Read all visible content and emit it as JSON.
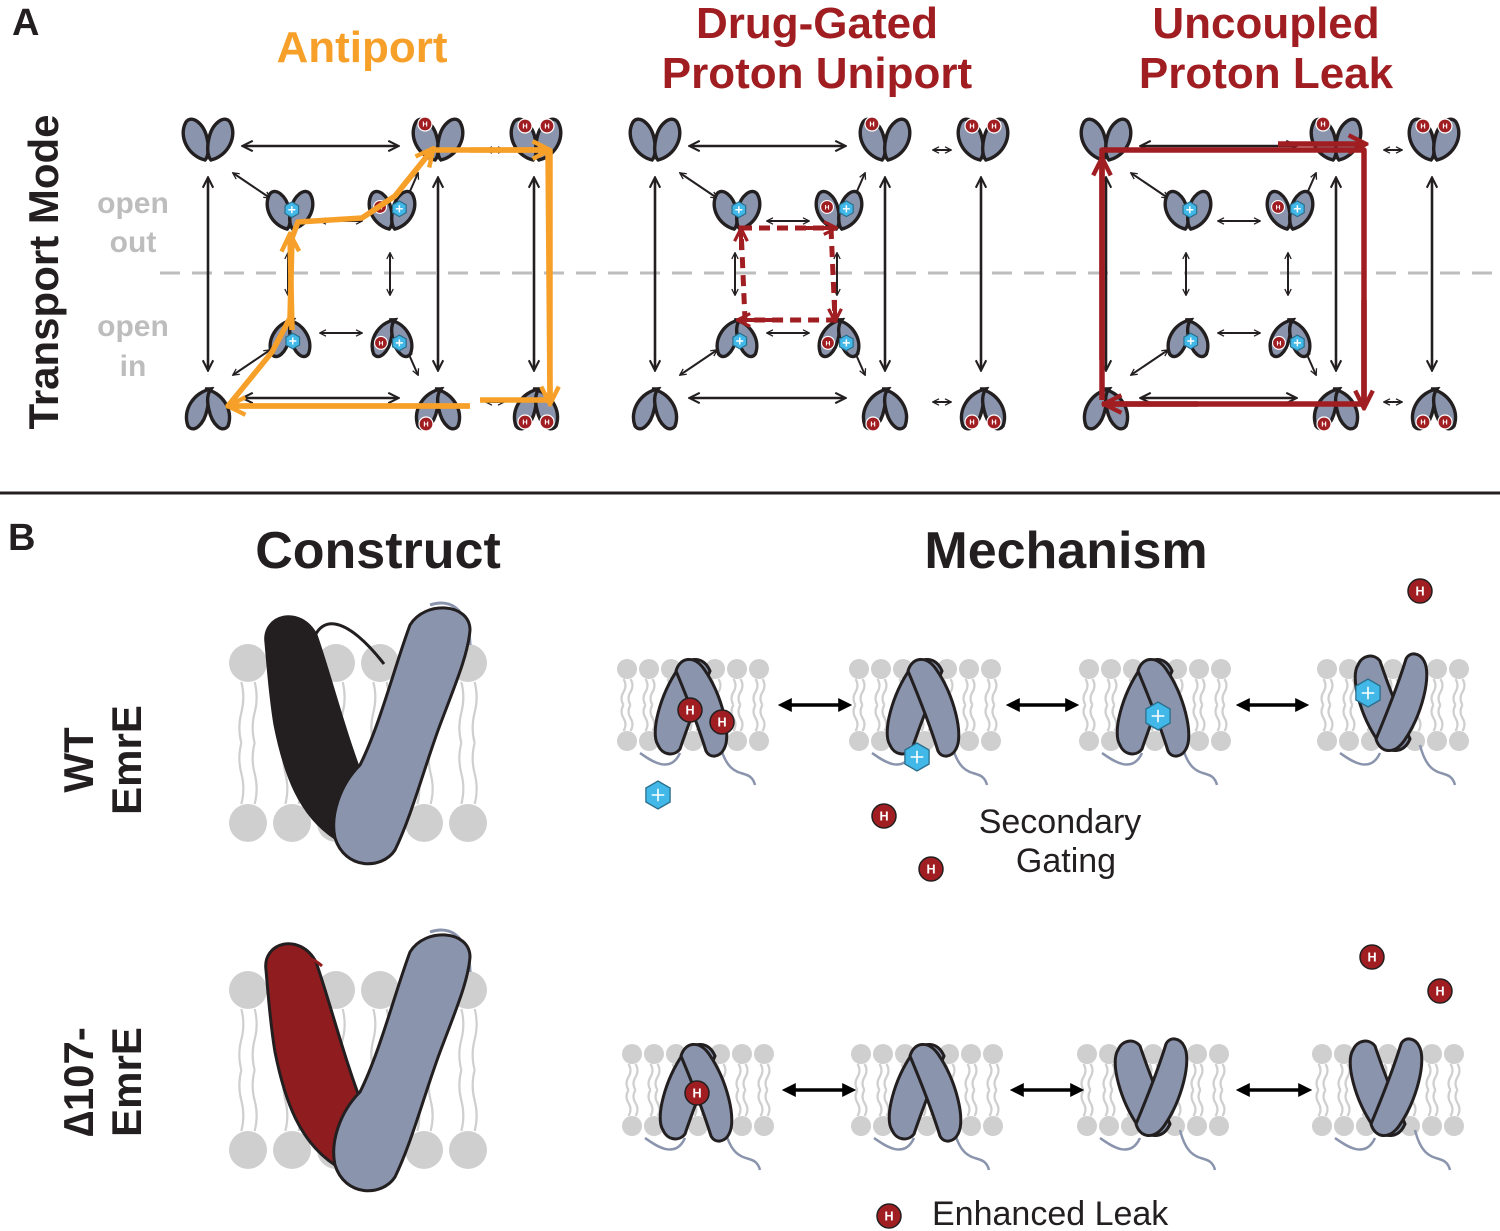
{
  "panel_a": {
    "label": "A",
    "side_title": "Transport Mode",
    "open_out": [
      "open",
      "out"
    ],
    "open_in": [
      "open",
      "in"
    ],
    "titles": [
      {
        "lines": [
          "Antiport"
        ],
        "color": "#f7a029"
      },
      {
        "lines": [
          "Drug-Gated",
          "Proton Uniport"
        ],
        "color": "#a01e22"
      },
      {
        "lines": [
          "Uncoupled",
          "Proton Leak"
        ],
        "color": "#a01e22"
      }
    ],
    "proton_glyph": "H",
    "drug_glyph": "+"
  },
  "panel_b": {
    "label": "B",
    "construct_heading": "Construct",
    "mechanism_heading": "Mechanism",
    "rows": [
      {
        "name": [
          "WT",
          "EmrE"
        ],
        "caption": [
          "Secondary",
          "Gating"
        ]
      },
      {
        "name": [
          "∆107-",
          "EmrE"
        ],
        "caption": [
          "Enhanced Leak"
        ]
      }
    ]
  },
  "colors": {
    "protein": "#8a95ad",
    "outline": "#231f20",
    "proton": "#a01e22",
    "drug": "#41b8e8",
    "antiport": "#f7a029",
    "leak": "#a01e22",
    "lipid": "#cfcfcf",
    "membrane_line": "#bdbdbd",
    "wt_helix": "#231f20",
    "mut_helix": "#8f1c1f"
  }
}
